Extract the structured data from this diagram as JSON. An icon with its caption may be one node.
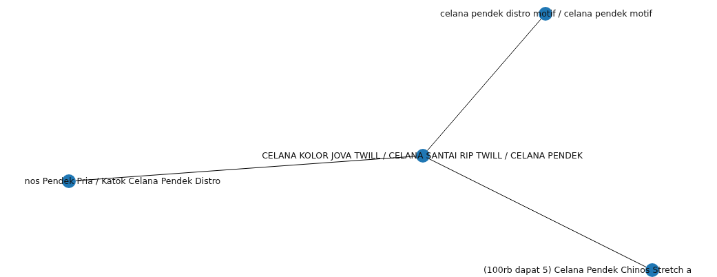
{
  "diagram": {
    "nodes": [
      {
        "text": [
          "celana pendek distro motif / celana pendek motif"
        ]
      },
      {
        "text": [
          "CELANA KOLOR JOVA TWILL / CELANA SANTAI RIP TWILL / CELANA PENDEK"
        ]
      },
      {
        "text": [
          "nos Pendek Pria / Katok Celana Pendek Distro"
        ]
      },
      {
        "text": [
          "(100rb dapat 5) Celana Pendek Chinos Stretch a"
        ]
      }
    ],
    "edges": [
      {
        "from": 0,
        "to": 1,
        "arrow": "none"
      },
      {
        "from": 1,
        "to": 2,
        "arrow": "none"
      },
      {
        "from": 1,
        "to": 3,
        "arrow": "none"
      }
    ]
  }
}
